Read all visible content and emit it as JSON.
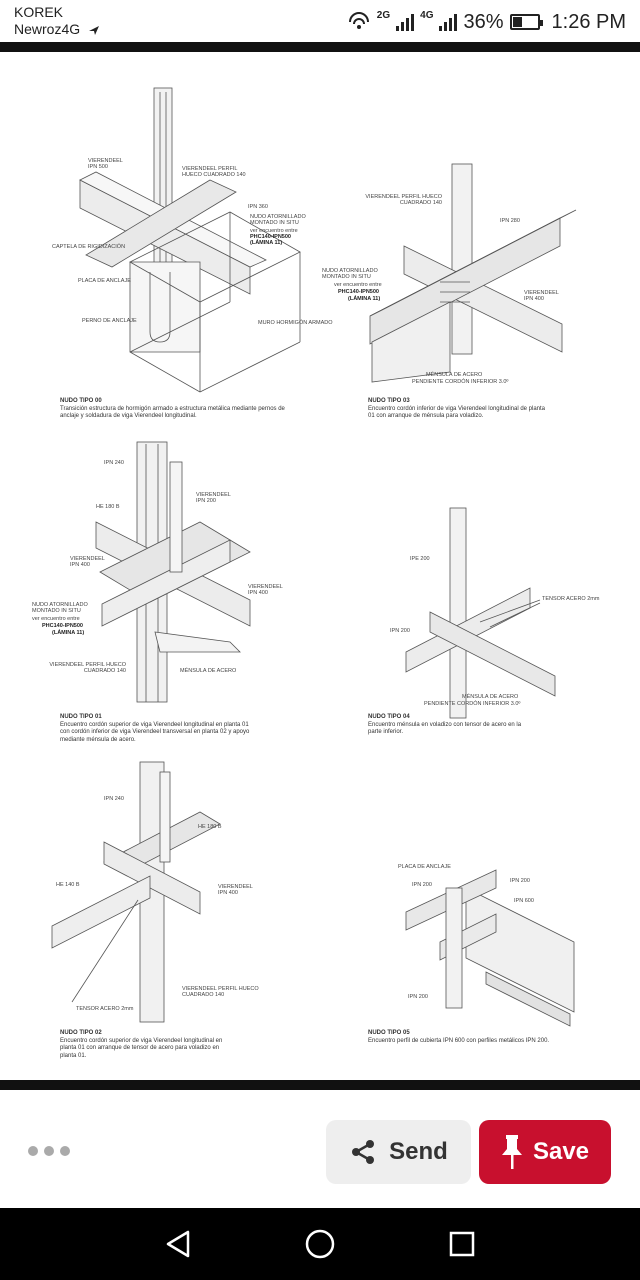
{
  "status_bar": {
    "carrier": "KOREK",
    "network_name": "Newroz4G",
    "sim1_network": "2G",
    "sim2_network": "4G",
    "battery": "36%",
    "battery_level": 0.36,
    "time": "1:26 PM"
  },
  "image": {
    "details": [
      {
        "title": "NUDO TIPO 00",
        "text": "Transición estructura de hormigón armado a estructura metálica mediante pernos de anclaje y soldadura de viga Vierendeel longitudinal.",
        "labels": [
          "VIERENDEEL IPN 500",
          "VIERENDEEL PERFIL HUECO CUADRADO 140",
          "IPN 360",
          "NUDO ATORNILLADO MONTADO IN SITU",
          "ver encuentro entre",
          "PHC140-IPN500",
          "(LÁMINA 11)",
          "CAPTELA DE RIGIDIZACIÓN",
          "PLACA DE ANCLAJE",
          "PERNO DE ANCLAJE",
          "MURO HORMIGÓN ARMADO"
        ]
      },
      {
        "title": "NUDO TIPO 03",
        "text": "Encuentro cordón inferior de viga Vierendeel longitudinal de planta 01 con arranque de ménsula para voladizo.",
        "labels": [
          "VIERENDEEL PERFIL HUECO CUADRADO 140",
          "IPN 280",
          "NUDO ATORNILLADO MONTADO IN SITU",
          "ver encuentro entre",
          "PHC140-IPN500",
          "(LÁMINA 11)",
          "VIERENDEEL IPN 400",
          "MÉNSULA DE ACERO",
          "PENDIENTE CORDÓN INFERIOR 3.0º"
        ]
      },
      {
        "title": "NUDO TIPO 01",
        "text": "Encuentro cordón superior de viga Vierendeel longitudinal en planta 01 con cordón inferior de viga Vierendeel transversal en planta 02 y apoyo mediante ménsula de acero.",
        "labels": [
          "IPN 240",
          "VIERENDEEL IPN 200",
          "HE 180 B",
          "VIERENDEEL IPN 400",
          "VIERENDEEL IPN 400",
          "NUDO ATORNILLADO MONTADO IN SITU",
          "ver encuentro entre",
          "PHC140-IPN500",
          "(LÁMINA 11)",
          "VIERENDEEL PERFIL HUECO CUADRADO 140",
          "MÉNSULA DE ACERO"
        ]
      },
      {
        "title": "NUDO TIPO 04",
        "text": "Encuentro ménsula en voladizo con tensor de acero en la parte inferior.",
        "labels": [
          "IPE 200",
          "TENSOR ACERO 2mm",
          "IPN 200",
          "MÉNSULA DE ACERO",
          "PENDIENTE CORDÓN INFERIOR 3.0º"
        ]
      },
      {
        "title": "NUDO TIPO 02",
        "text": "Encuentro cordón superior de viga Vierendeel longitudinal en planta 01 con arranque de tensor de acero para voladizo en planta 01.",
        "labels": [
          "IPN 240",
          "HE 180 B",
          "HE 140 B",
          "VIERENDEEL IPN 400",
          "VIERENDEEL PERFIL HUECO CUADRADO 140",
          "TENSOR ACERO 2mm"
        ]
      },
      {
        "title": "NUDO TIPO 05",
        "text": "Encuentro perfil de cubierta IPN 600 con perfiles metálicos IPN 200.",
        "labels": [
          "PLACA DE ANCLAJE",
          "IPN 200",
          "IPN 200",
          "IPN 600",
          "IPN 200"
        ]
      }
    ]
  },
  "actions": {
    "send_label": "Send",
    "save_label": "Save"
  },
  "icons": {
    "more": "more-horizontal-icon",
    "share": "share-icon",
    "pin": "pushpin-icon",
    "back": "back-triangle-icon",
    "home": "home-circle-icon",
    "recents": "recents-square-icon"
  },
  "colors": {
    "save": "#c8102e",
    "send_bg": "#eeeeee",
    "nav": "#000000"
  }
}
